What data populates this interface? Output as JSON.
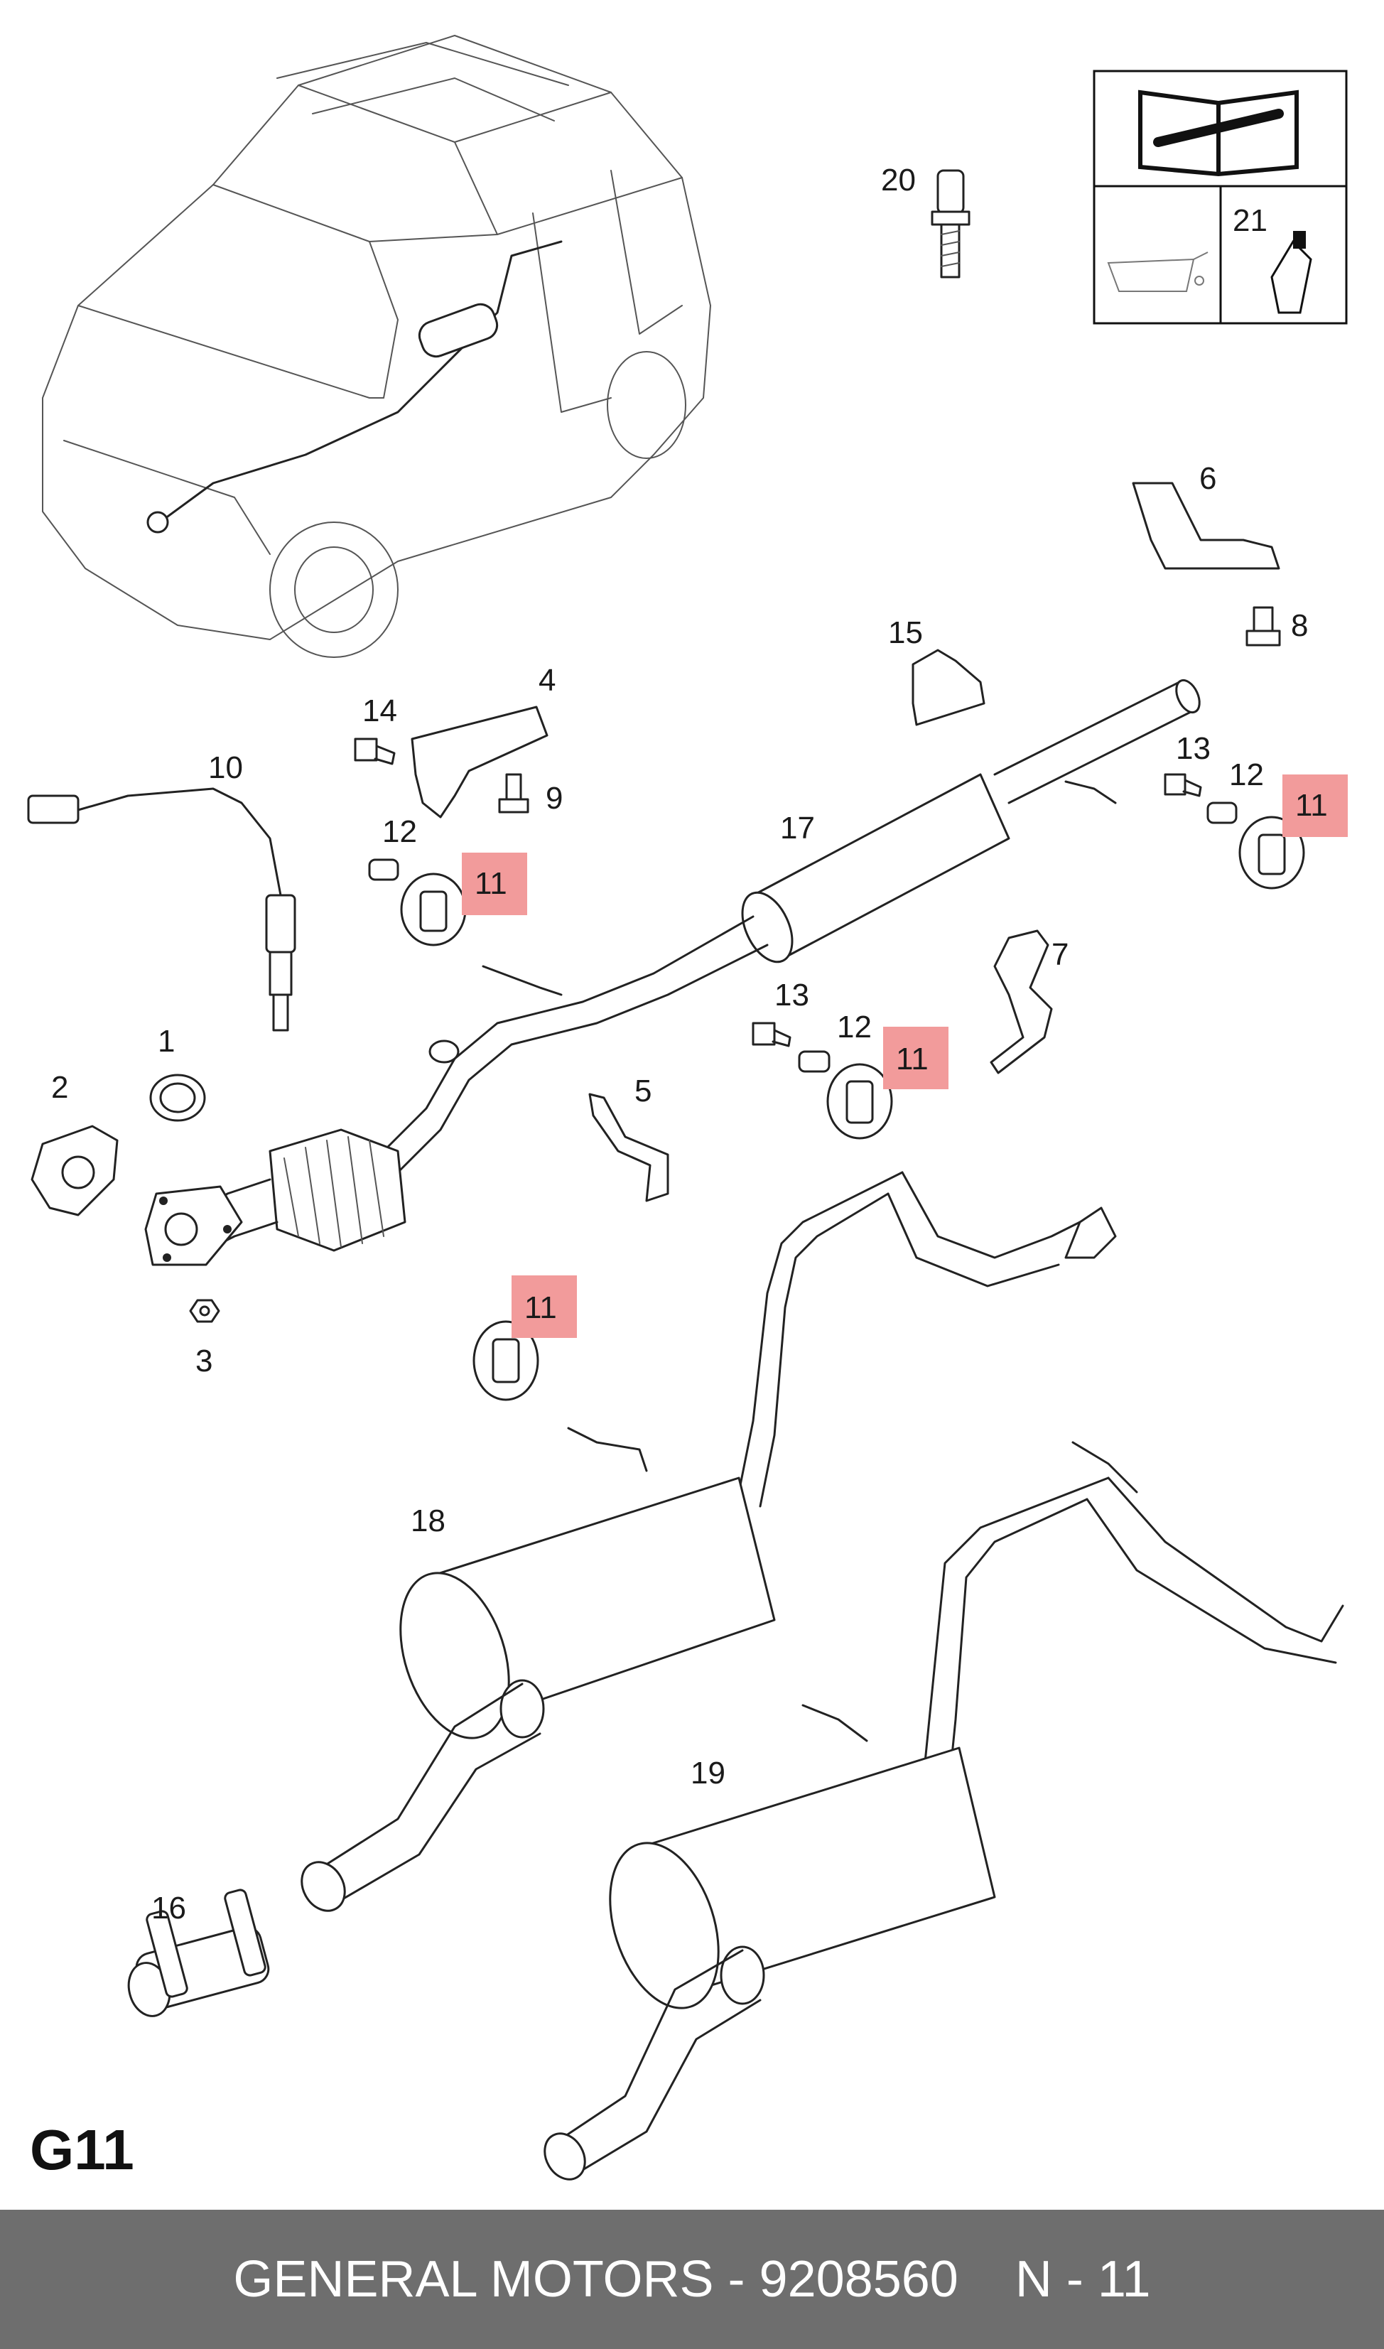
{
  "page_code": "G11",
  "footer": {
    "brand_part": "GENERAL MOTORS - 9208560",
    "ref": "N - 11"
  },
  "callouts": {
    "c1": "1",
    "c2": "2",
    "c3": "3",
    "c4": "4",
    "c5": "5",
    "c6": "6",
    "c7": "7",
    "c8": "8",
    "c9": "9",
    "c10": "10",
    "c11a": "11",
    "c11b": "11",
    "c11c": "11",
    "c11d": "11",
    "c12a": "12",
    "c12b": "12",
    "c12c": "12",
    "c13a": "13",
    "c13b": "13",
    "c14": "14",
    "c15": "15",
    "c16": "16",
    "c17": "17",
    "c18": "18",
    "c19": "19",
    "c20": "20",
    "c21": "21"
  },
  "highlight_color": "#f29b9b",
  "footer_color": "#6e6e6e",
  "icons": [
    "repair-manual-icon",
    "oil-drain-icon",
    "sealant-tube-icon"
  ]
}
